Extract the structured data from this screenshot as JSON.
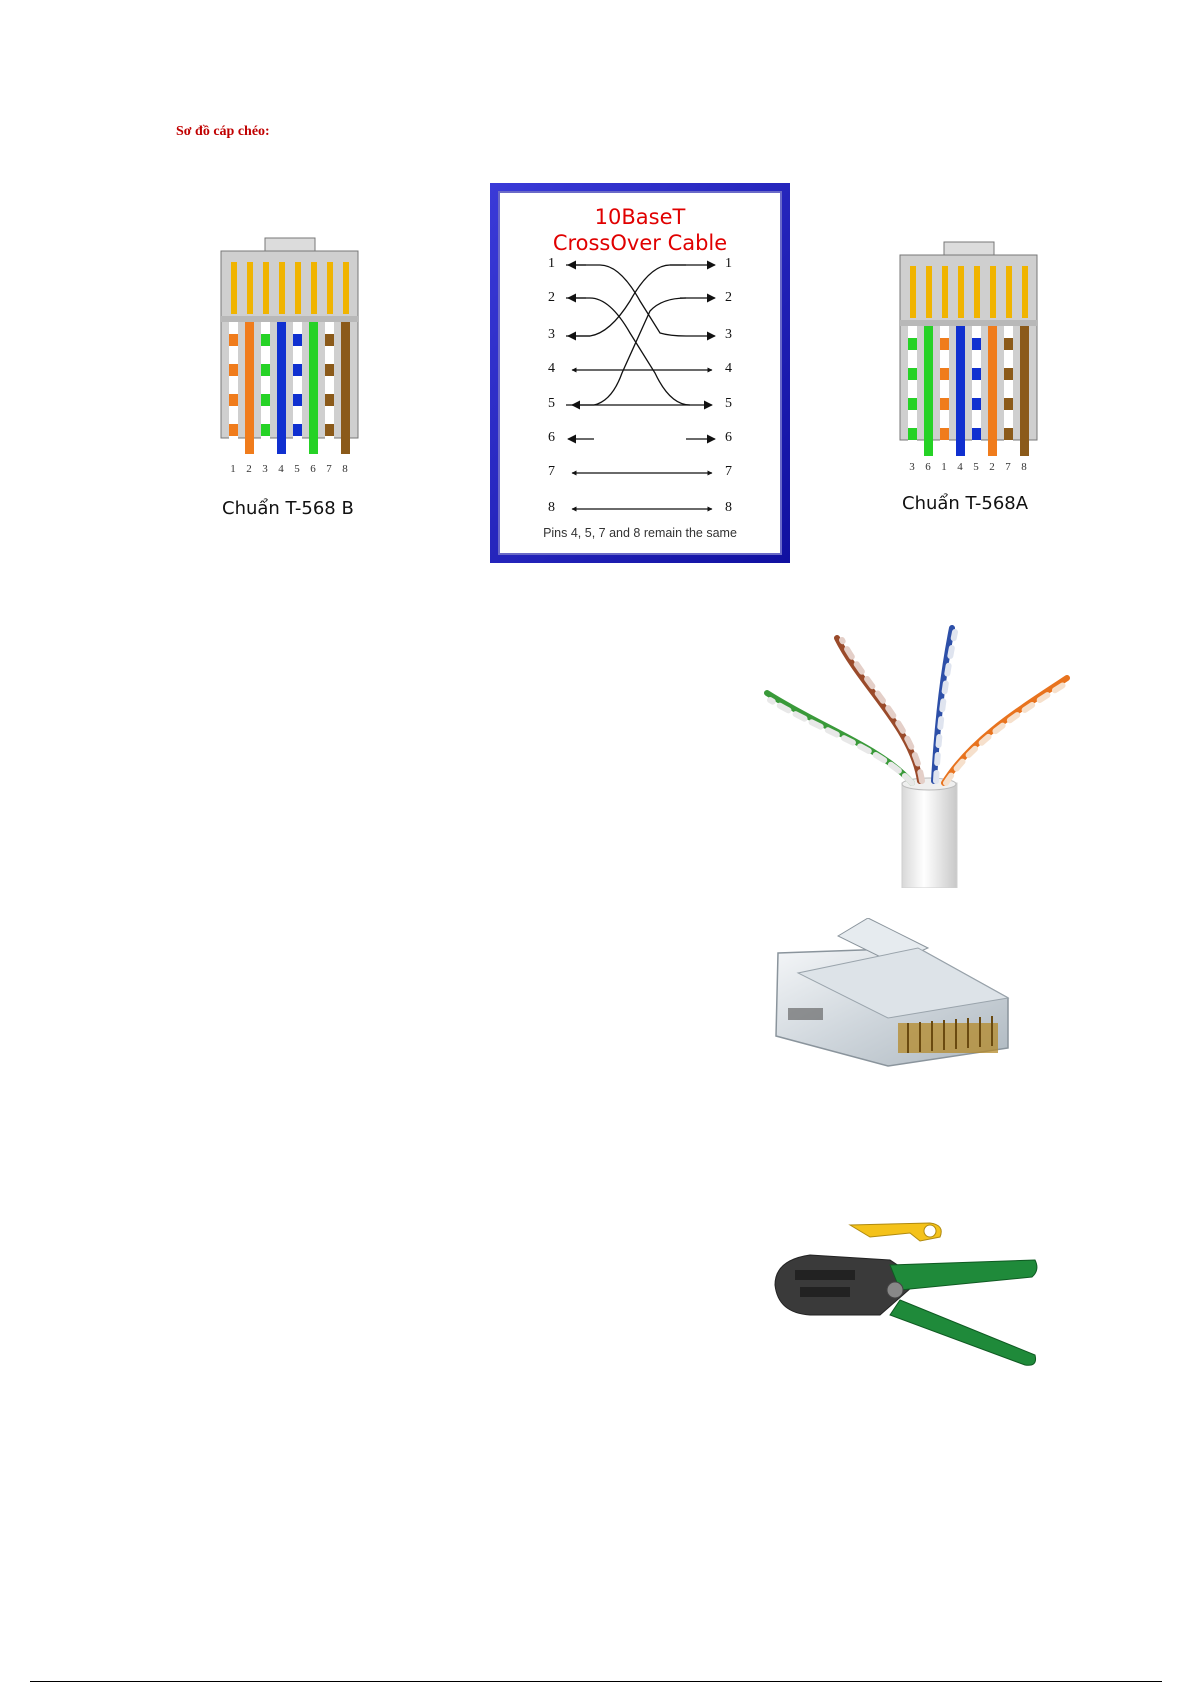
{
  "heading": "Sơ đồ cáp chéo:",
  "connector_left": {
    "caption": "Chuẩn T-568 B",
    "pin_labels": [
      "1",
      "2",
      "3",
      "4",
      "5",
      "6",
      "7",
      "8"
    ]
  },
  "connector_right": {
    "caption": "Chuẩn T-568A",
    "pin_labels": [
      "3",
      "6",
      "1",
      "4",
      "5",
      "2",
      "7",
      "8"
    ]
  },
  "crossover": {
    "title_line1": "10BaseT",
    "title_line2": "CrossOver Cable",
    "pins_left": [
      "1",
      "2",
      "3",
      "4",
      "5",
      "6",
      "7",
      "8"
    ],
    "pins_right": [
      "1",
      "2",
      "3",
      "4",
      "5",
      "6",
      "7",
      "8"
    ],
    "footer": "Pins 4, 5, 7 and 8 remain the same"
  },
  "photos": {
    "cable": "utp-cable-photo",
    "plug": "rj45-plug-photo",
    "tool": "crimping-tool-photo"
  }
}
